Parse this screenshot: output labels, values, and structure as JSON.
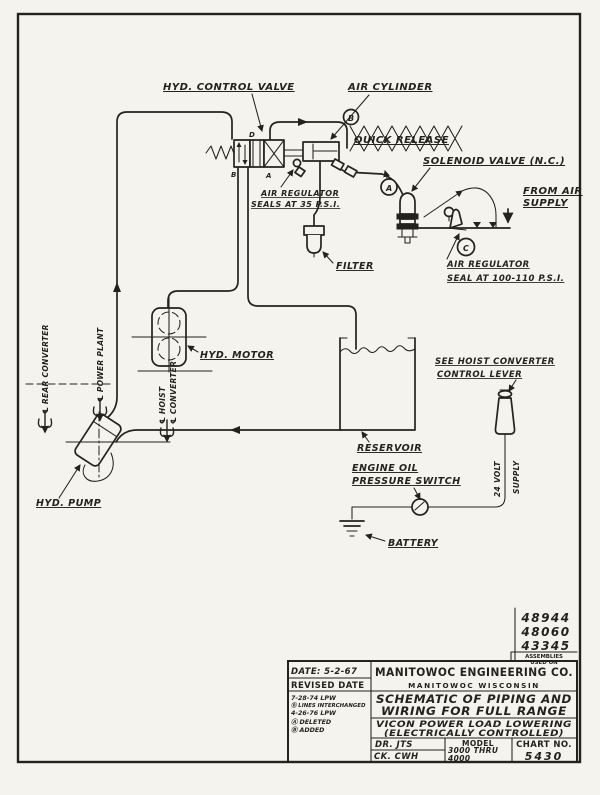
{
  "labels": {
    "hyd_control_valve": "HYD. CONTROL VALVE",
    "air_cylinder": "AIR CYLINDER",
    "quick_release": "QUICK RELEASE",
    "solenoid_valve": "SOLENOID VALVE (N.C.)",
    "from_air_1": "FROM AIR",
    "from_air_2": "SUPPLY",
    "air_reg_seals_1": "AIR REGULATOR",
    "air_reg_seals_2": "SEALS AT 35 P.S.I.",
    "air_reg_seal_1": "AIR REGULATOR",
    "air_reg_seal_2": "SEAL AT 100-110 P.S.I.",
    "filter": "FILTER",
    "hyd_motor": "HYD. MOTOR",
    "reservoir": "RESERVOIR",
    "see_hoist_1": "SEE HOIST CONVERTER",
    "see_hoist_2": "CONTROL LEVER",
    "engine_oil_1": "ENGINE OIL",
    "engine_oil_2": "PRESSURE SWITCH",
    "battery": "BATTERY",
    "hyd_pump": "HYD. PUMP",
    "volt_1": "24 VOLT",
    "volt_2": "SUPPLY"
  },
  "refs": {
    "a": "A",
    "b": "B",
    "c": "C"
  },
  "ports": {
    "d": "D",
    "b": "B",
    "a": "A"
  },
  "centerlines": {
    "rear": "℄ REAR CONVERTER",
    "power": "℄ POWER PLANT",
    "hoist_1": "℄ HOIST",
    "hoist_2": "℄ CONVERTER"
  },
  "assemblies": {
    "numbers": [
      "48944",
      "48060",
      "43345"
    ],
    "caption_1": "ASSEMBLIES",
    "caption_2": "USED ON"
  },
  "title_block": {
    "date": "DATE: 5-2-67",
    "revised_heading": "REVISED DATE",
    "revisions": [
      "7-28-74 LPW",
      "Ⓑ LINES INTERCHANGED",
      "4-26-76 LPW",
      "Ⓐ DELETED",
      "Ⓑ ADDED"
    ],
    "company": "MANITOWOC ENGINEERING CO.",
    "city": "MANITOWOC WISCONSIN",
    "title_1": "SCHEMATIC OF PIPING AND",
    "title_2": "WIRING FOR FULL RANGE",
    "subtitle_1": "VICON POWER LOAD LOWERING",
    "subtitle_2": "(ELECTRICALLY CONTROLLED)",
    "drawn": "DR. JTS",
    "checked": "CK. CWH",
    "model_label": "MODEL",
    "model_1": "3000 THRU",
    "model_2": "4000",
    "chart_label": "CHART NO.",
    "chart_value": "5430"
  },
  "colors": {
    "ink": "#24221e",
    "paper": "#f5f3ee"
  }
}
